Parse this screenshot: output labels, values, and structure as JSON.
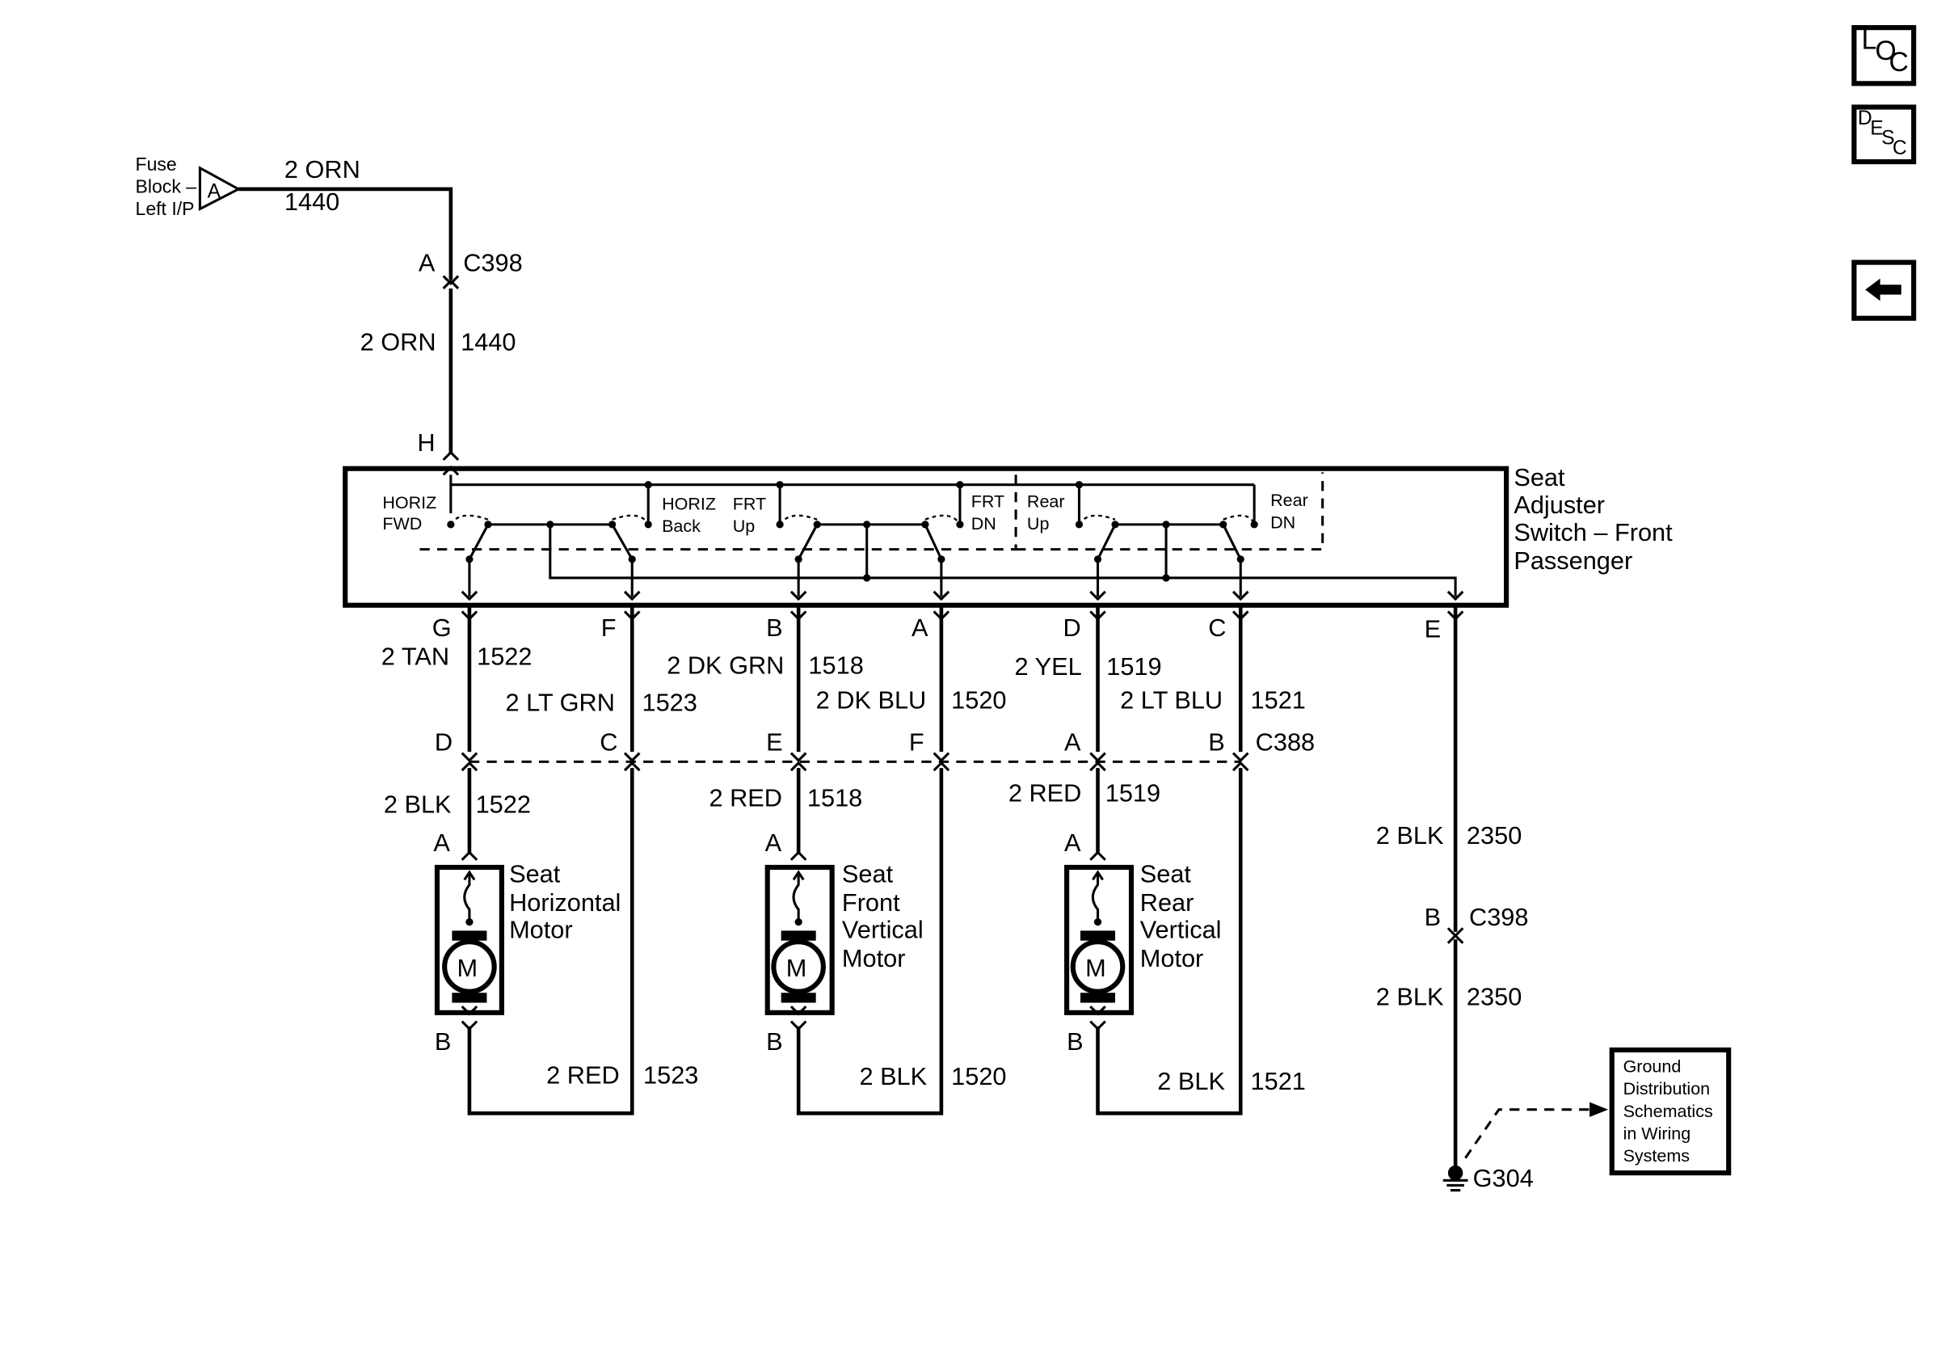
{
  "nav": {
    "loc": [
      "L",
      "O",
      "C"
    ],
    "desc": [
      "D",
      "E",
      "S",
      "C"
    ]
  },
  "fuse": {
    "lines": [
      "Fuse",
      "Block –",
      "Left I/P"
    ],
    "letter": "A"
  },
  "feed": {
    "top_color": "2 ORN",
    "top_circuit": "1440",
    "pin": "A",
    "connector": "C398",
    "mid_color": "2 ORN",
    "mid_circuit": "1440"
  },
  "switch": {
    "title_lines": [
      "Seat",
      "Adjuster",
      "Switch – Front",
      "Passenger"
    ],
    "input_pin": "H",
    "contacts": {
      "horiz_fwd": [
        "HORIZ",
        "FWD"
      ],
      "horiz_back": [
        "HORIZ",
        "Back"
      ],
      "frt_up": [
        "FRT",
        "Up"
      ],
      "frt_dn": [
        "FRT",
        "DN"
      ],
      "rear_up": [
        "Rear",
        "Up"
      ],
      "rear_dn": [
        "Rear",
        "DN"
      ]
    }
  },
  "switch_pins": [
    "G",
    "F",
    "B",
    "A",
    "D",
    "C",
    "E"
  ],
  "upper_wires": [
    {
      "color": "2 TAN",
      "circuit": "1522"
    },
    {
      "color": "2 LT GRN",
      "circuit": "1523"
    },
    {
      "color": "2 DK GRN",
      "circuit": "1518"
    },
    {
      "color": "2 DK BLU",
      "circuit": "1520"
    },
    {
      "color": "2 YEL",
      "circuit": "1519"
    },
    {
      "color": "2 LT BLU",
      "circuit": "1521"
    }
  ],
  "c388": {
    "pins": [
      "D",
      "C",
      "E",
      "F",
      "A",
      "B"
    ],
    "name": "C388"
  },
  "lower_wires": [
    {
      "color": "2 BLK",
      "circuit": "1522"
    },
    {
      "color": "2 RED",
      "circuit": "1518"
    },
    {
      "color": "2 RED",
      "circuit": "1519"
    }
  ],
  "motors": [
    {
      "label_lines": [
        "Seat",
        "Horizontal",
        "Motor"
      ],
      "pin_a": "A",
      "pin_b": "B",
      "symbol": "M",
      "return_color": "2 RED",
      "return_circuit": "1523"
    },
    {
      "label_lines": [
        "Seat",
        "Front",
        "Vertical",
        "Motor"
      ],
      "pin_a": "A",
      "pin_b": "B",
      "symbol": "M",
      "return_color": "2 BLK",
      "return_circuit": "1520"
    },
    {
      "label_lines": [
        "Seat",
        "Rear",
        "Vertical",
        "Motor"
      ],
      "pin_a": "A",
      "pin_b": "B",
      "symbol": "M",
      "return_color": "2 BLK",
      "return_circuit": "1521"
    }
  ],
  "ground": {
    "upper_color": "2 BLK",
    "upper_circuit": "2350",
    "pin": "B",
    "connector": "C398",
    "lower_color": "2 BLK",
    "lower_circuit": "2350",
    "name": "G304",
    "reference_lines": [
      "Ground",
      "Distribution",
      "Schematics",
      "in Wiring",
      "Systems"
    ]
  }
}
